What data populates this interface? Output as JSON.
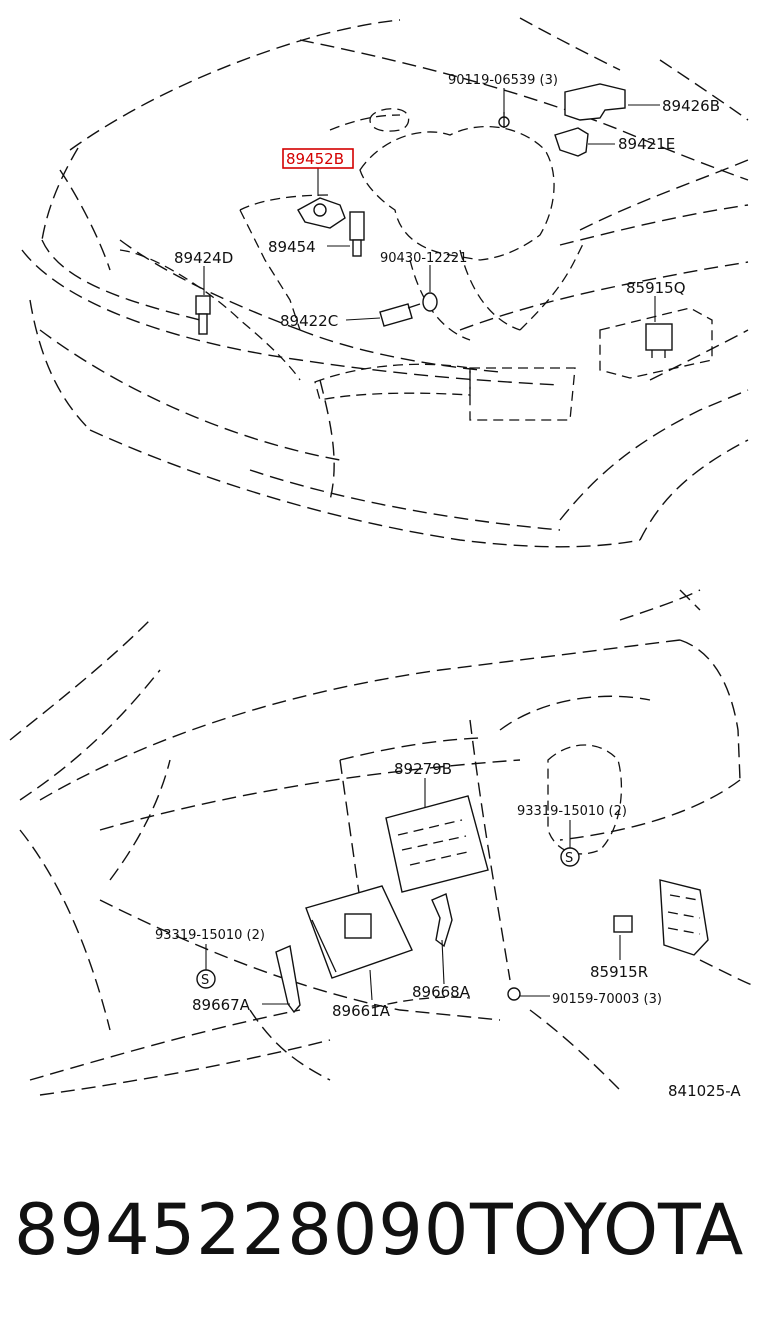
{
  "diagram": {
    "highlight_color": "#d40000",
    "labels": {
      "p90119": "90119-06539 (3)",
      "p89426B": "89426B",
      "p89421E": "89421E",
      "p89452B": "89452B",
      "p89454": "89454",
      "p90430": "90430-12221",
      "p89424D": "89424D",
      "p85915Q": "85915Q",
      "p89422C": "89422C",
      "p89279B": "89279B",
      "p93319a": "93319-15010 (2)",
      "p93319b": "93319-15010 (2)",
      "p85915R": "85915R",
      "p90159": "90159-70003 (3)",
      "p89667A": "89667A",
      "p89661A": "89661A",
      "p89668A": "89668A",
      "ref": "841025-A",
      "s_mark_a": "S",
      "s_mark_b": "S"
    }
  },
  "footer": {
    "part_number": "8945228090",
    "brand": "TOYOTA"
  }
}
